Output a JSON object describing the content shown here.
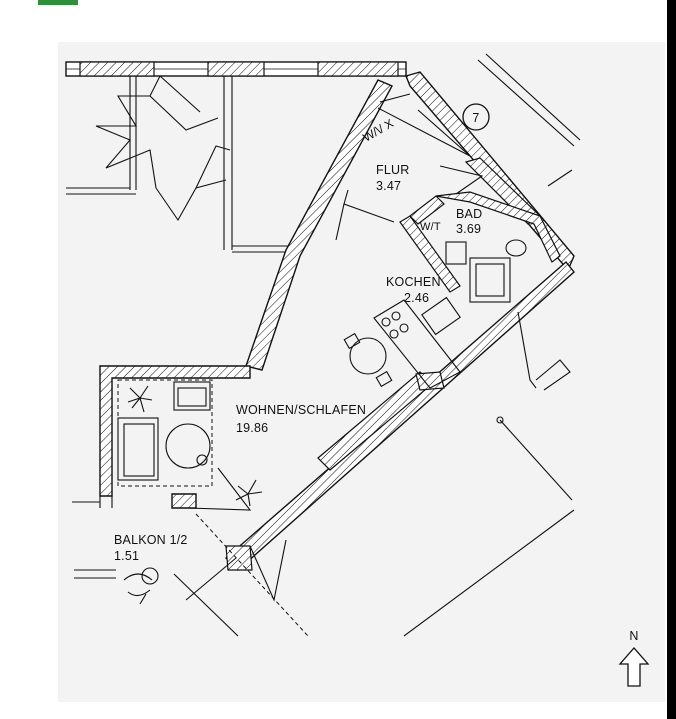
{
  "floor_plan": {
    "unit_number": "7",
    "north_label": "N",
    "rooms": [
      {
        "name": "FLUR",
        "area": "3.47"
      },
      {
        "name": "BAD",
        "area": "3.69"
      },
      {
        "name": "KOCHEN",
        "area": "2.46"
      },
      {
        "name": "WOHNEN/SCHLAFEN",
        "area": "19.86"
      },
      {
        "name": "BALKON 1/2",
        "area": "1.51"
      }
    ],
    "fixture_labels": {
      "washer_dryer": "W/T"
    }
  },
  "colors": {
    "accent": "#2f8f3b",
    "paper": "#f3f3f3",
    "ink": "#111111"
  }
}
